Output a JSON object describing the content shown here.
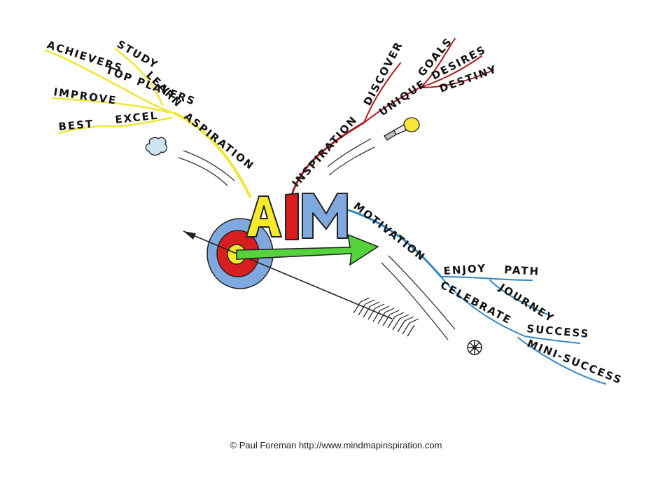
{
  "central": {
    "letters": [
      "A",
      "I",
      "M"
    ],
    "colors": [
      "#f6ea2a",
      "#d81e1e",
      "#7fa9de"
    ]
  },
  "branches": {
    "aspiration": {
      "label": "ASPIRATION",
      "color": "#f0e636",
      "subs": [
        "ACHIEVERS",
        "TOP PLAYERS",
        "STUDY",
        "LEARN",
        "IMPROVE",
        "EXCEL",
        "BEST"
      ]
    },
    "inspiration": {
      "label": "INSPIRATION",
      "color": "#a81e24",
      "subs": [
        "DISCOVER",
        "UNIQUE",
        "GOALS",
        "DESIRES",
        "DESTINY"
      ]
    },
    "motivation": {
      "label": "MOTIVATION",
      "color": "#2f86c5",
      "subs": [
        "ENJOY",
        "PATH",
        "JOURNEY",
        "CELEBRATE",
        "SUCCESS",
        "MINI-SUCCESS"
      ]
    }
  },
  "icons": [
    "cloud-icon",
    "lightbulb-icon",
    "wheel-icon",
    "target-icon",
    "arrow-icon",
    "feather-icon"
  ],
  "credit": "© Paul Foreman http://www.mindmapinspiration.com"
}
